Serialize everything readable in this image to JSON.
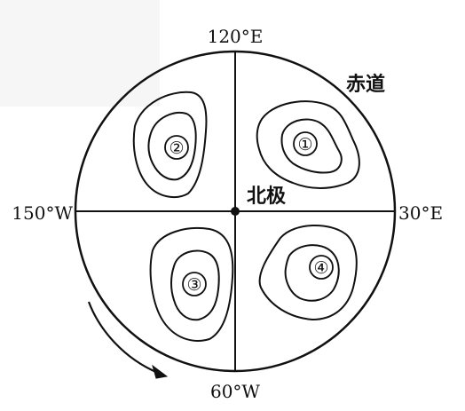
{
  "labels": {
    "top": "120°E",
    "right": "30°E",
    "bottom": "60°W",
    "left": "150°W",
    "center": "北极",
    "equator": "赤道"
  },
  "regions": [
    {
      "id": "1",
      "label": "①"
    },
    {
      "id": "2",
      "label": "②"
    },
    {
      "id": "3",
      "label": "③"
    },
    {
      "id": "4",
      "label": "④"
    }
  ],
  "colors": {
    "ink": "#111111",
    "background": "#ffffff",
    "smudge": "#e6e6e6"
  }
}
